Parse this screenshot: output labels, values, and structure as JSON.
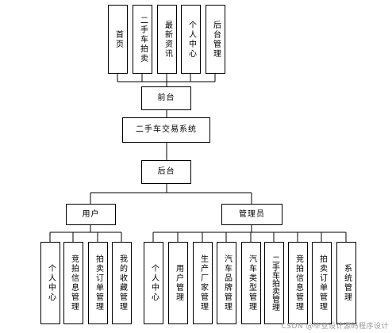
{
  "diagram": {
    "nodes": {
      "front_home": "首页",
      "front_auction": "二手车拍卖",
      "front_news": "最新资讯",
      "front_user_center": "个人中心",
      "front_admin": "后台管理",
      "front": "前台",
      "system": "二手车交易系统",
      "back": "后台",
      "user": "用户",
      "manager": "管理员",
      "user_center": "个人中心",
      "user_bid_info": "竞拍信息管理",
      "user_auction_order": "拍卖订单管理",
      "user_favorites": "我的收藏管理",
      "mgr_center": "个人中心",
      "mgr_user": "用户管理",
      "mgr_maker": "生产厂家管理",
      "mgr_brand": "汽车品牌管理",
      "mgr_type": "汽车类型管理",
      "mgr_auction": "二手车拍卖管理",
      "mgr_bid_info": "竞拍信息管理",
      "mgr_auction_order": "拍卖订单管理",
      "mgr_system": "系统管理"
    },
    "watermark": "CSDN @毕业设计源码程序设计"
  }
}
